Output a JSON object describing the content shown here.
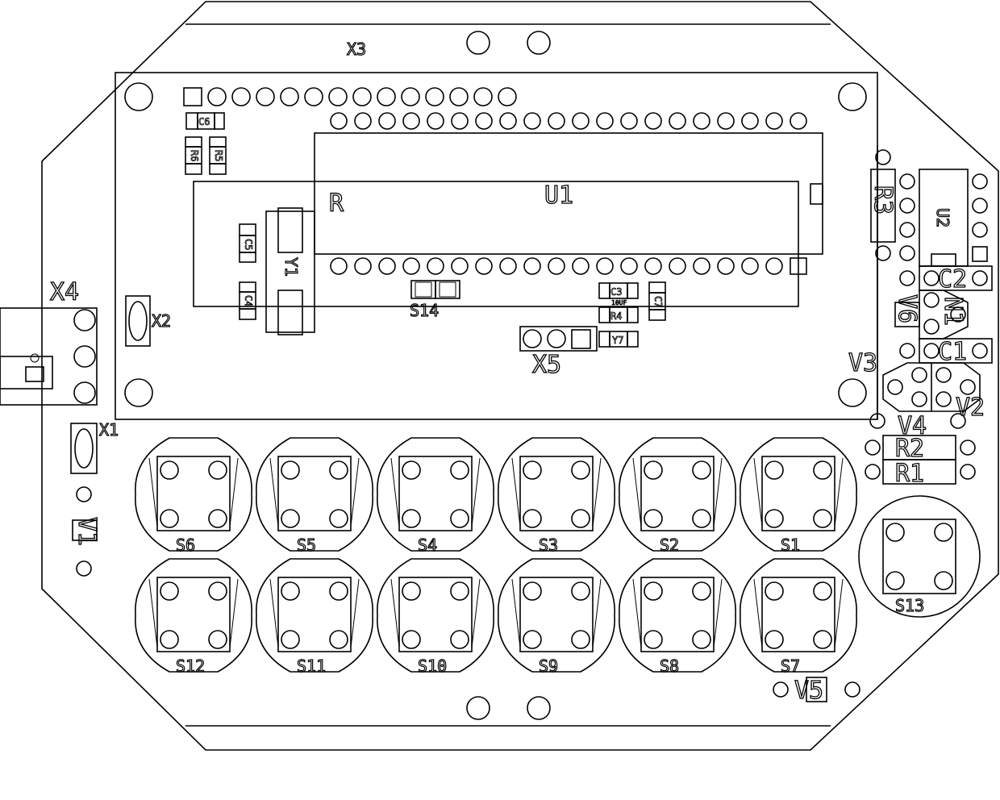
{
  "board": {
    "ink_color": "#000000",
    "background": "#ffffff"
  },
  "labels": {
    "x3": "X3",
    "x4": "X4",
    "x2": "X2",
    "x1": "X1",
    "x5": "X5",
    "u1": "U1",
    "u1_mark": "R",
    "u2": "U2",
    "y1": "Y1",
    "c1": "C1",
    "c2": "C2",
    "c3": "C3",
    "c3_value": "10UF",
    "c4": "C4",
    "c5": "C5",
    "c6": "C6",
    "c7": "C7",
    "r1": "R1",
    "r2": "R2",
    "r3": "R3",
    "r4": "R4",
    "r5": "R5",
    "r6": "R6",
    "y7": "Y7",
    "n1": "N1",
    "v1": "V1",
    "v2": "V2",
    "v3": "V3",
    "v4": "V4",
    "v5": "V5",
    "v6": "V6",
    "s14": "S14",
    "s13": "S13"
  },
  "switches": {
    "row1": [
      "S6",
      "S5",
      "S4",
      "S3",
      "S2",
      "S1"
    ],
    "row2": [
      "S12",
      "S11",
      "S10",
      "S9",
      "S8",
      "S7"
    ]
  }
}
